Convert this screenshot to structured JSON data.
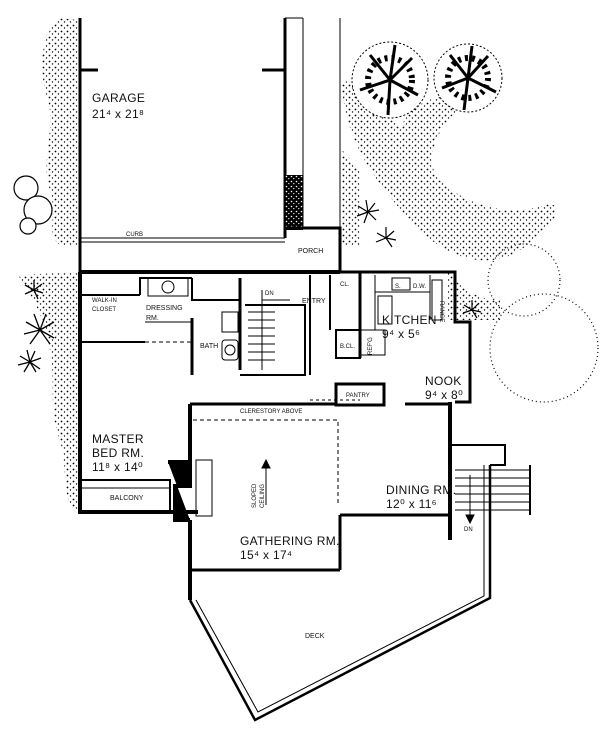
{
  "colors": {
    "ink": "#000000",
    "paper": "#ffffff"
  },
  "rooms": {
    "garage": {
      "name": "GARAGE",
      "size": "21⁴ x 21⁸"
    },
    "porch": {
      "name": "PORCH"
    },
    "curb": {
      "name": "CURB"
    },
    "walk_in_closet": {
      "name_line1": "WALK-IN",
      "name_line2": "CLOSET"
    },
    "dressing": {
      "name_line1": "DRESSING",
      "name_line2": "RM."
    },
    "bath": {
      "name": "BATH"
    },
    "entry": {
      "name": "ENTRY"
    },
    "stair_dn": {
      "name": "DN"
    },
    "closet": {
      "name": "CL."
    },
    "broom_closet": {
      "name": "B.CL."
    },
    "kitchen": {
      "name": "KITCHEN",
      "size": "9⁴ x 5⁶"
    },
    "sink": {
      "name": "S."
    },
    "dishwasher": {
      "name": "D.W."
    },
    "range": {
      "name": "RANGE"
    },
    "refrigerator": {
      "name": "REF'G"
    },
    "pantry": {
      "name": "PANTRY"
    },
    "nook": {
      "name": "NOOK",
      "size": "9⁴ x 8⁰"
    },
    "clerestory": {
      "name": "CLERESTORY ABOVE"
    },
    "master_bed": {
      "name_line1": "MASTER",
      "name_line2": "BED RM.",
      "size": "11⁸ x 14⁰"
    },
    "balcony": {
      "name": "BALCONY"
    },
    "sloped_ceiling": {
      "name_line1": "SLOPED",
      "name_line2": "CEILING"
    },
    "gathering": {
      "name": "GATHERING RM.",
      "size": "15⁴ x 17⁴"
    },
    "dining": {
      "name": "DINING RM.",
      "size": "12⁰ x 11⁶"
    },
    "deck_stair_dn": {
      "name": "DN"
    },
    "deck": {
      "name": "DECK"
    }
  }
}
